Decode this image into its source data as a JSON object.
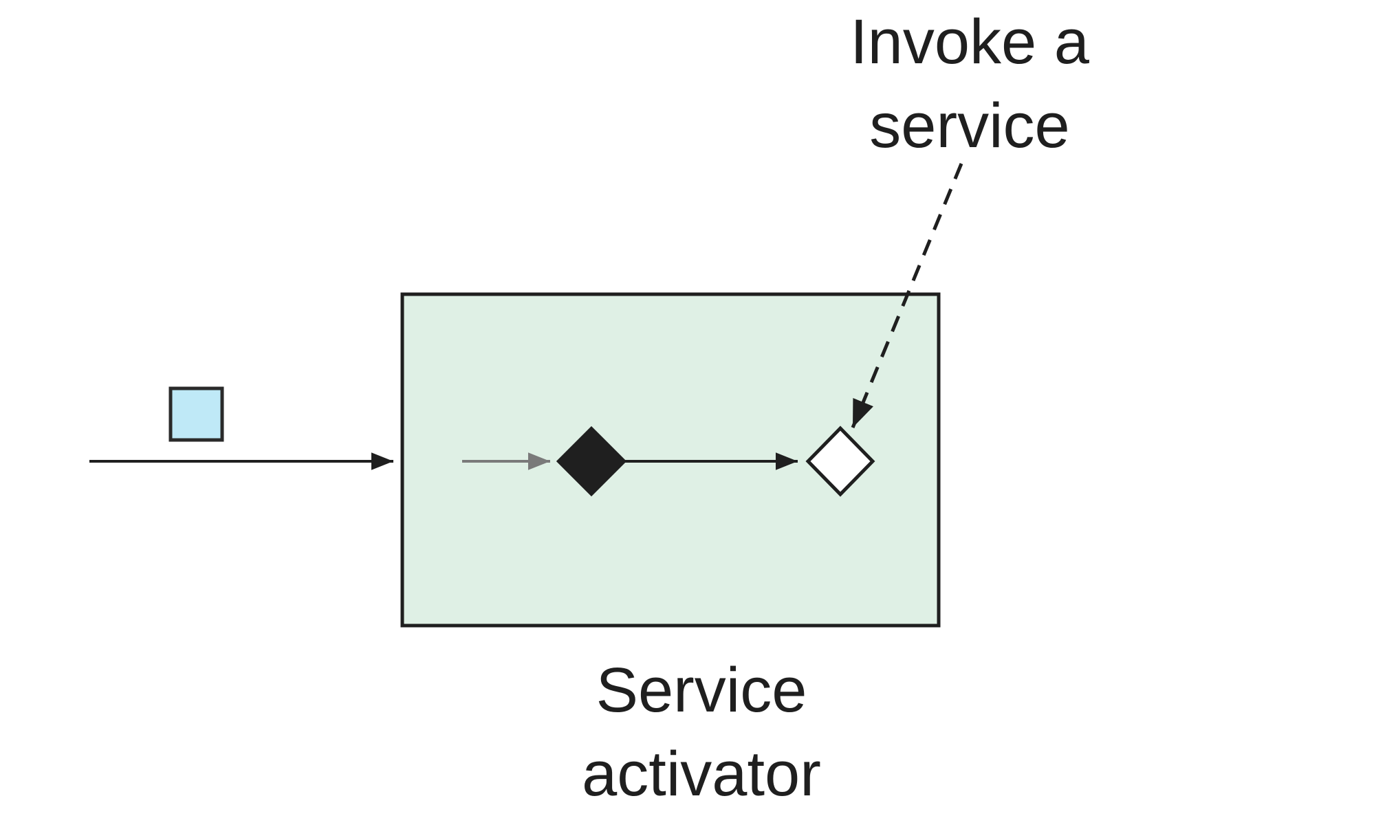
{
  "diagram": {
    "callout": {
      "line1": "Invoke a",
      "line2": "service"
    },
    "component": {
      "line1": "Service",
      "line2": "activator"
    }
  },
  "colors": {
    "box_fill": "#dff0e5",
    "box_stroke": "#1f1f1f",
    "message_fill": "#bfe9f7",
    "line": "#1f1f1f",
    "inner_arrow_gray": "#7a7a7a",
    "diamond_filled": "#1f1f1f",
    "diamond_hollow": "#ffffff"
  }
}
